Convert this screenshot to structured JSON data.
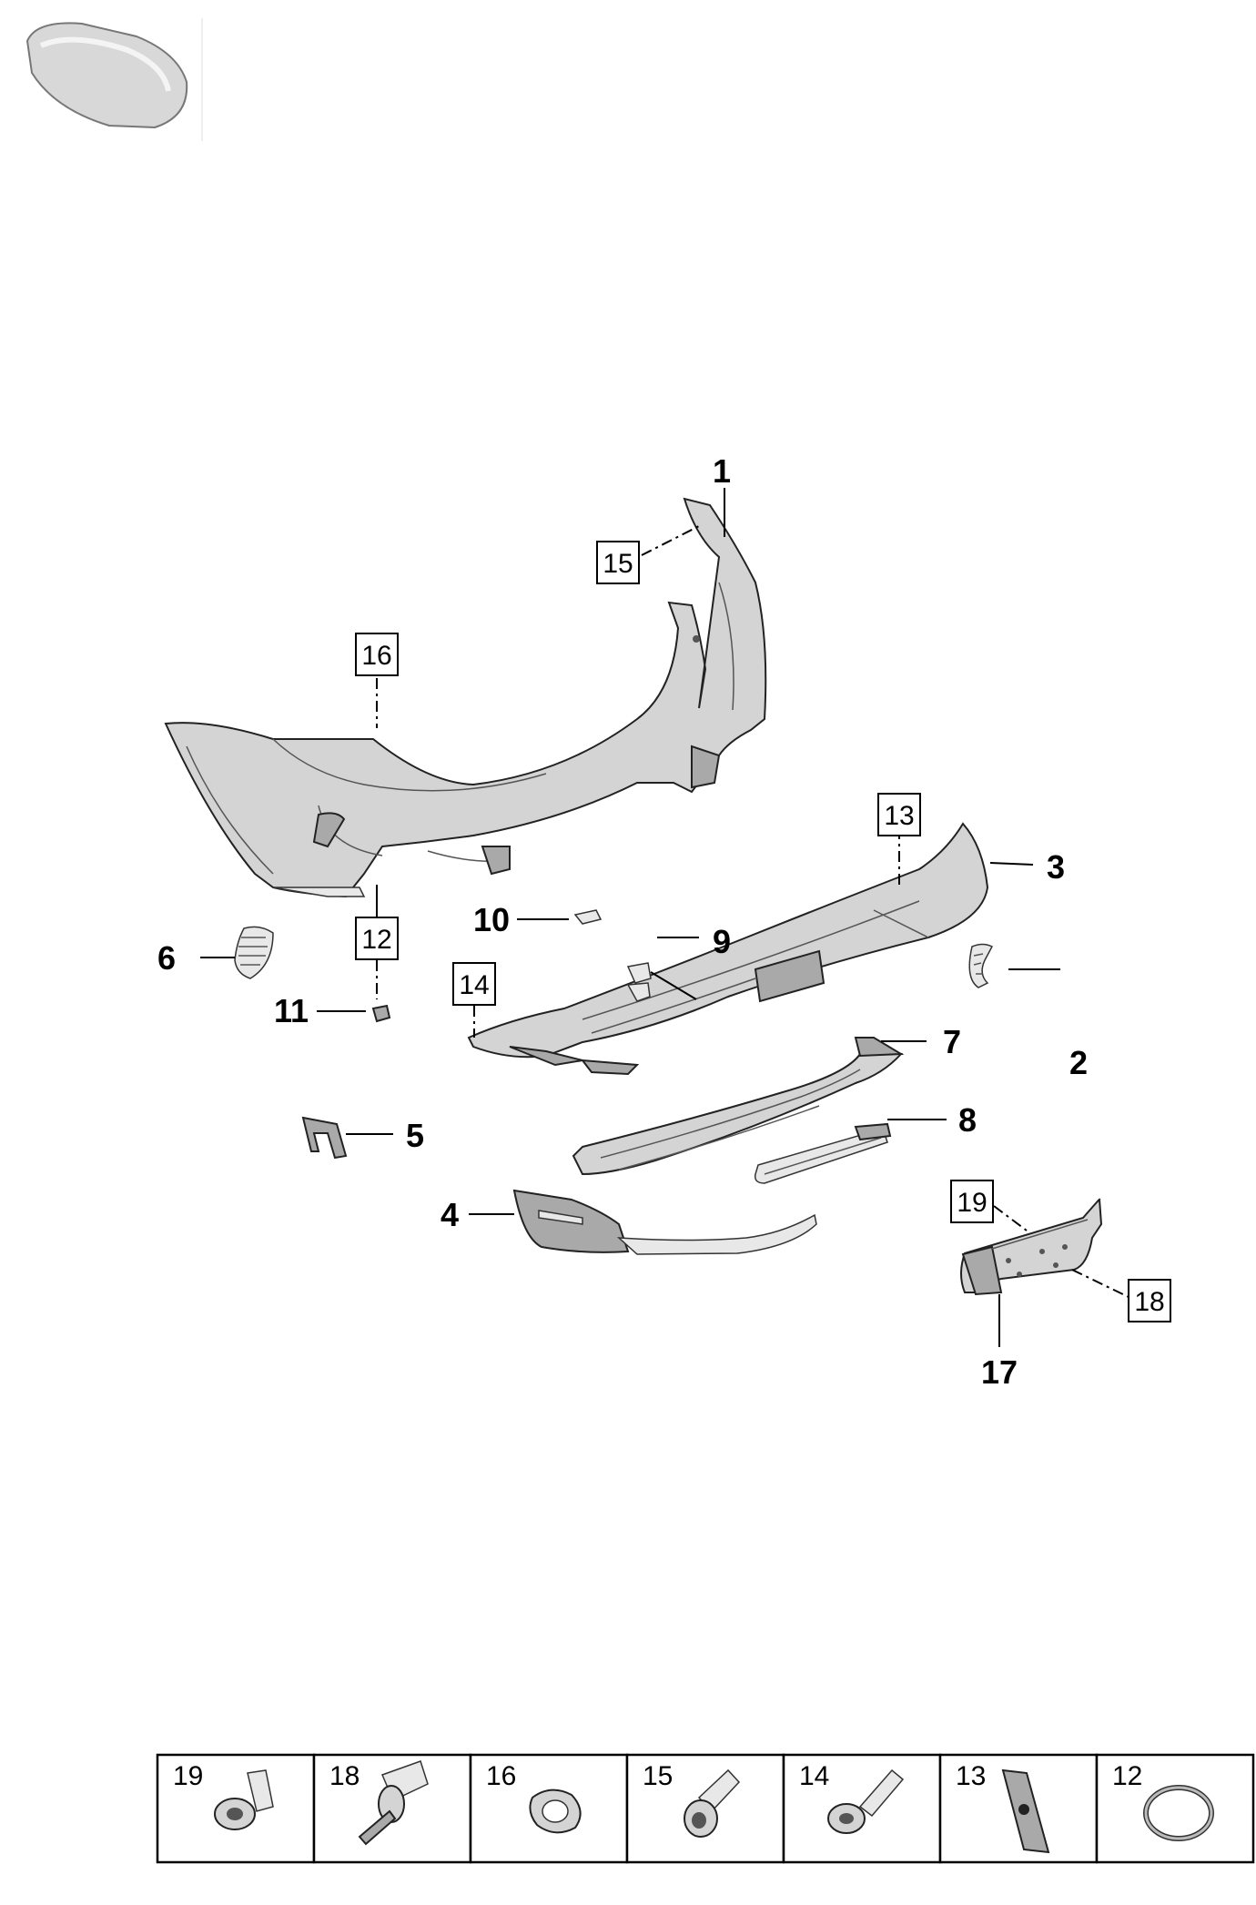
{
  "callouts": {
    "p1": "1",
    "p2": "2",
    "p3": "3",
    "p4": "4",
    "p5": "5",
    "p6": "6",
    "p7": "7",
    "p8": "8",
    "p9": "9",
    "p10": "10",
    "p11": "11",
    "p17": "17"
  },
  "boxed": {
    "b12": "12",
    "b13": "13",
    "b14": "14",
    "b15": "15",
    "b16": "16",
    "b18": "18",
    "b19": "19"
  },
  "fastener_table": {
    "cells": [
      "19",
      "18",
      "16",
      "15",
      "14",
      "13",
      "12"
    ]
  },
  "icons": {
    "thumbnail": "car-silhouette-icon"
  }
}
